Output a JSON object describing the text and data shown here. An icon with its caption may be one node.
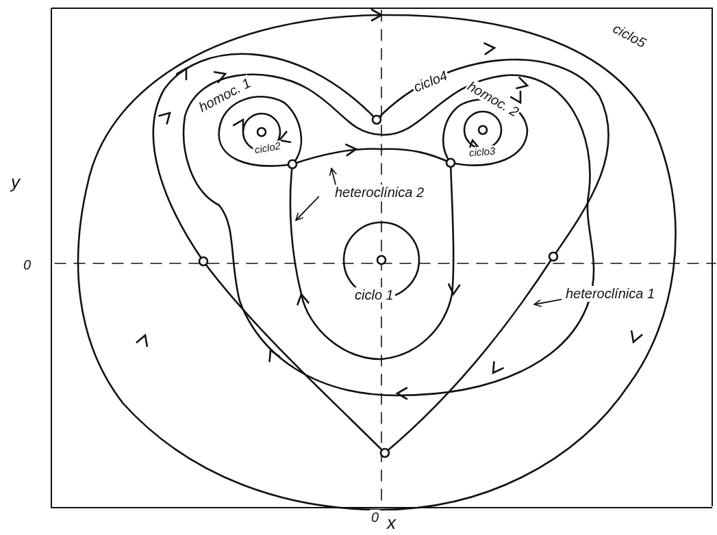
{
  "diagram": {
    "nodes": [
      {
        "text": [
          "heteroclínica 2"
        ]
      },
      {
        "text": [
          "heteroclínica 1"
        ]
      }
    ],
    "edges": [
      {
        "from": 0,
        "to": null,
        "arrow": "to"
      },
      {
        "from": 0,
        "to": null,
        "arrow": "to"
      },
      {
        "from": 1,
        "to": null,
        "arrow": "to"
      }
    ],
    "labels": [
      "ciclo5",
      "ciclo4",
      "homoc. 1",
      "homoc. 2",
      "ciclo2",
      "ciclo3",
      "ciclo 1",
      "y",
      "0",
      "0",
      "x"
    ]
  }
}
